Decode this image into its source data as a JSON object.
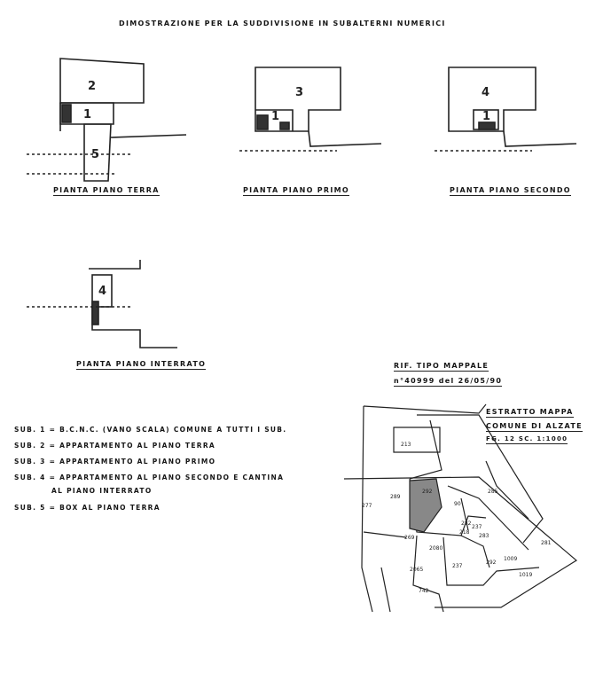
{
  "title": "DIMOSTRAZIONE PER LA SUDDIVISIONE IN SUBALTERNI NUMERICI",
  "floors": [
    {
      "caption": "PIANTA PIANO TERRA",
      "labels": [
        "2",
        "1",
        "5"
      ]
    },
    {
      "caption": "PIANTA PIANO PRIMO",
      "labels": [
        "3",
        "1"
      ]
    },
    {
      "caption": "PIANTA PIANO SECONDO",
      "labels": [
        "4",
        "1"
      ]
    },
    {
      "caption": "PIANTA PIANO INTERRATO",
      "labels": [
        "4"
      ]
    }
  ],
  "reference": {
    "line1": "RIF. TIPO MAPPALE",
    "line2": "n°40999 del 26/05/90"
  },
  "extract": {
    "line1": "ESTRATTO MAPPA",
    "line2": "COMUNE DI ALZATE",
    "line3": "FG. 12 SC. 1:1000"
  },
  "legend": [
    "SUB. 1 = B.C.N.C. (vano scala) COMUNE A TUTTI I SUB.",
    "SUB. 2 = APPARTAMENTO AL PIANO TERRA",
    "SUB. 3 = APPARTAMENTO AL PIANO PRIMO",
    "SUB. 4 = APPARTAMENTO AL PIANO SECONDO E CANTINA",
    "AL PIANO INTERRATO",
    "SUB. 5 = BOX AL PIANO TERRA"
  ],
  "map_numbers": [
    "213",
    "285",
    "277",
    "289",
    "292",
    "90",
    "269",
    "2080",
    "218",
    "283",
    "237",
    "292",
    "2065",
    "1009",
    "1019",
    "742",
    "281",
    "282",
    "237"
  ]
}
